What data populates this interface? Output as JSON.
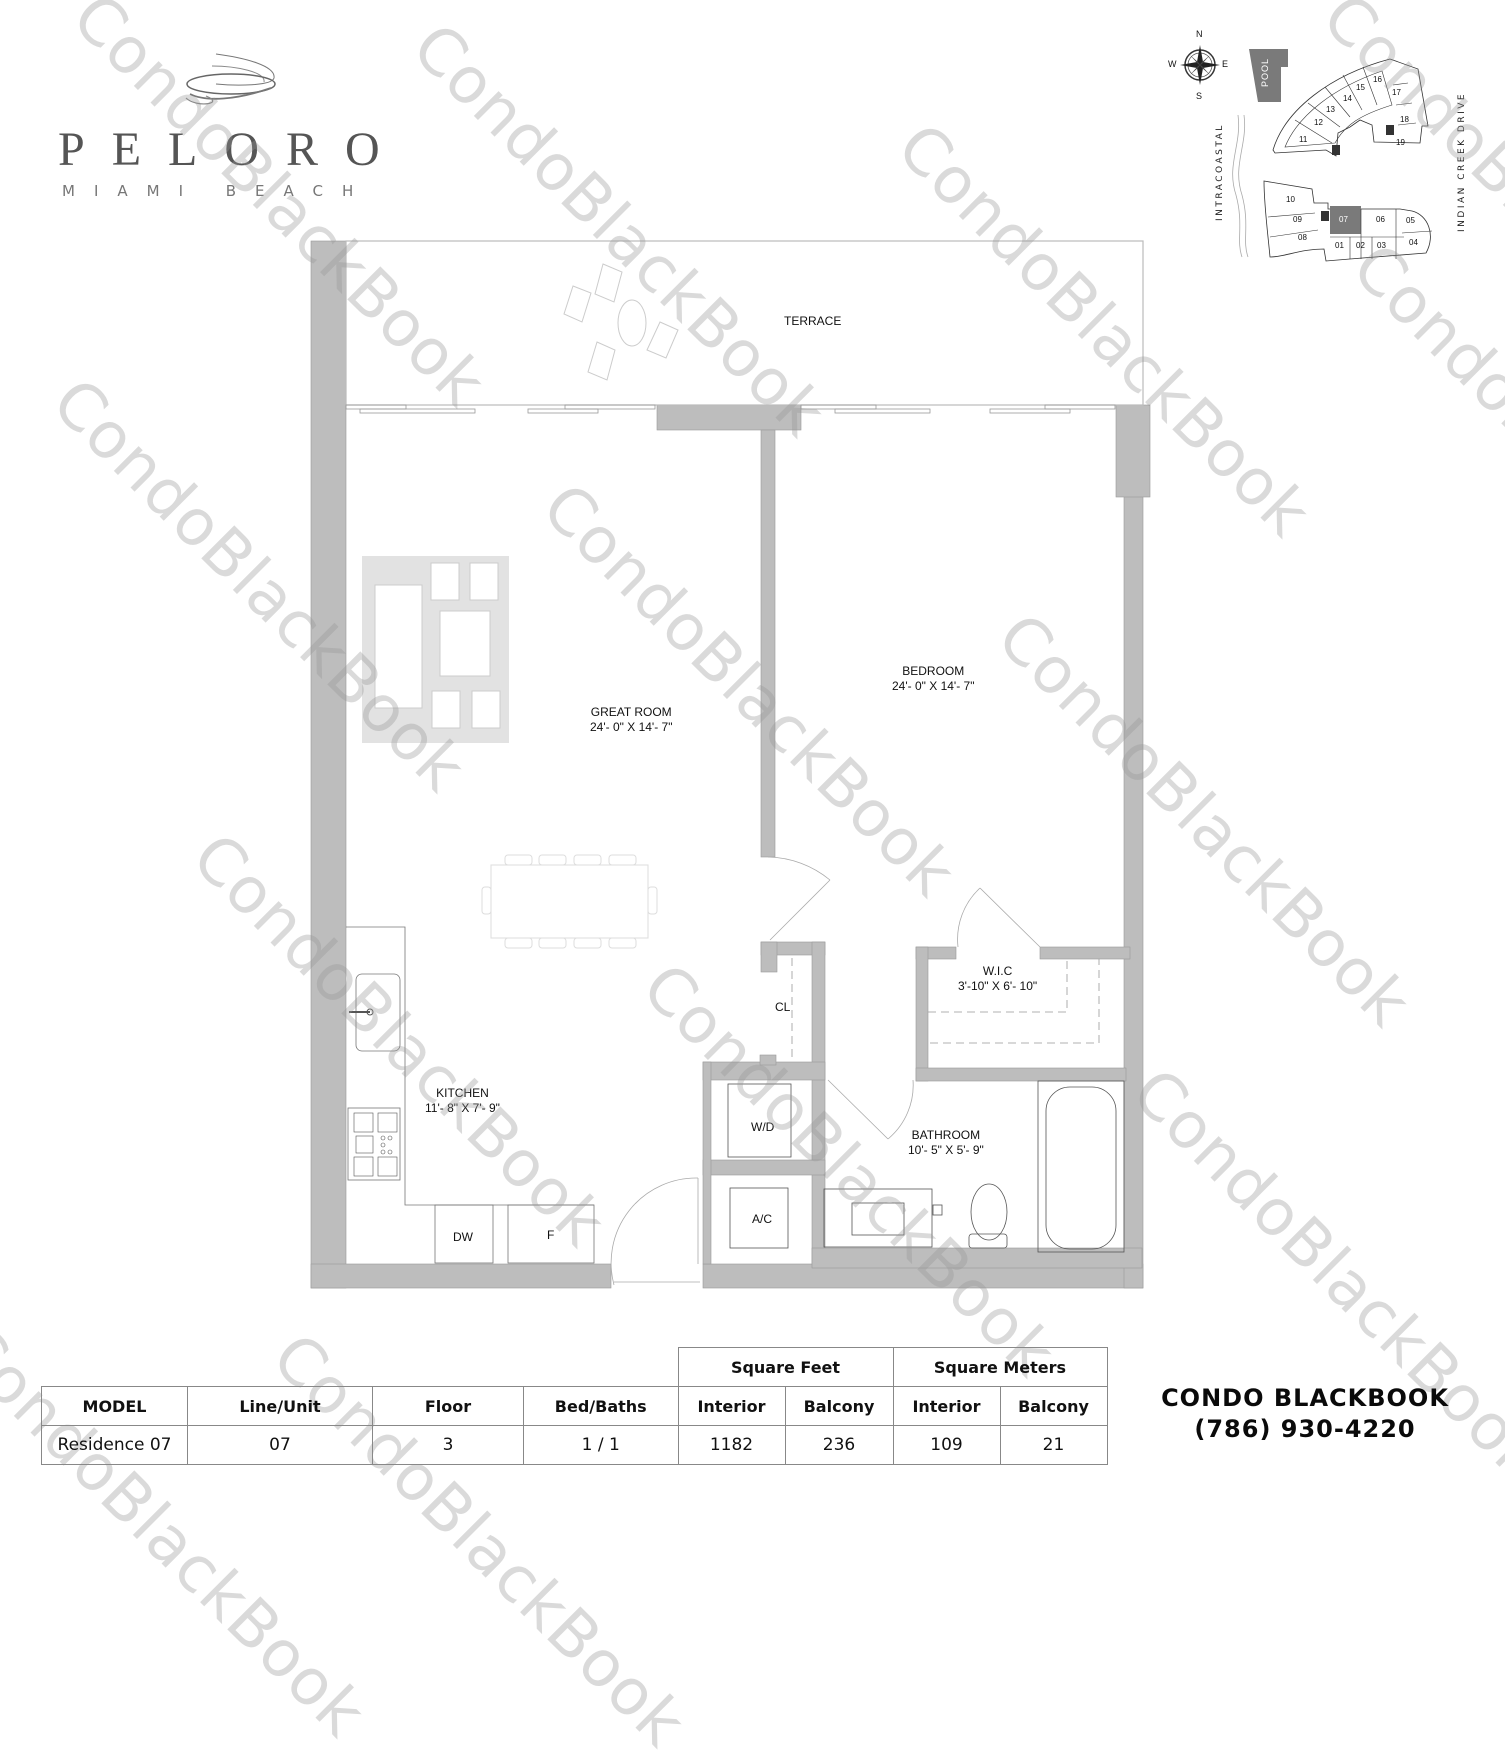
{
  "header": {
    "brand_name": "PELORO",
    "brand_subtitle": "MIAMI BEACH"
  },
  "keyplan": {
    "compass": {
      "n": "N",
      "s": "S",
      "e": "E",
      "w": "W"
    },
    "pool_label": "POOL",
    "street_left": "INTRACOASTAL",
    "street_right": "INDIAN CREEK DRIVE",
    "units": [
      "01",
      "02",
      "03",
      "04",
      "05",
      "06",
      "07",
      "08",
      "09",
      "10",
      "11",
      "12",
      "13",
      "14",
      "15",
      "16",
      "17",
      "18",
      "19"
    ],
    "highlighted_unit": "07",
    "highlight_color": "#7a7a7a"
  },
  "plan": {
    "wall_color": "#bdbdbd",
    "rooms": {
      "terrace": {
        "name": "TERRACE",
        "dims": ""
      },
      "great_room": {
        "name": "GREAT ROOM",
        "dims": "24'- 0\" X 14'- 7\""
      },
      "bedroom": {
        "name": "BEDROOM",
        "dims": "24'- 0\" X 14'- 7\""
      },
      "wic": {
        "name": "W.I.C",
        "dims": "3'-10\" X 6'- 10\""
      },
      "closet": {
        "name": "CL"
      },
      "kitchen": {
        "name": "KITCHEN",
        "dims": "11'- 8\" X 7'- 9\""
      },
      "laundry": {
        "name": "W/D"
      },
      "ac": {
        "name": "A/C"
      },
      "bathroom": {
        "name": "BATHROOM",
        "dims": "10'- 5\" X 5'- 9\""
      },
      "dishwasher": {
        "name": "DW"
      },
      "fridge": {
        "name": "F"
      }
    }
  },
  "spec_table": {
    "group_headers": {
      "sqft": "Square Feet",
      "sqm": "Square Meters"
    },
    "columns": [
      "MODEL",
      "Line/Unit",
      "Floor",
      "Bed/Baths",
      "Interior",
      "Balcony",
      "Interior",
      "Balcony"
    ],
    "row": [
      "Residence 07",
      "07",
      "3",
      "1 / 1",
      "1182",
      "236",
      "109",
      "21"
    ]
  },
  "contact": {
    "brand_part1": "CONDO",
    "brand_part2": "BLACKBOOK",
    "phone": "(786) 930-4220"
  },
  "watermark": {
    "text": "CondoBlackBook"
  }
}
